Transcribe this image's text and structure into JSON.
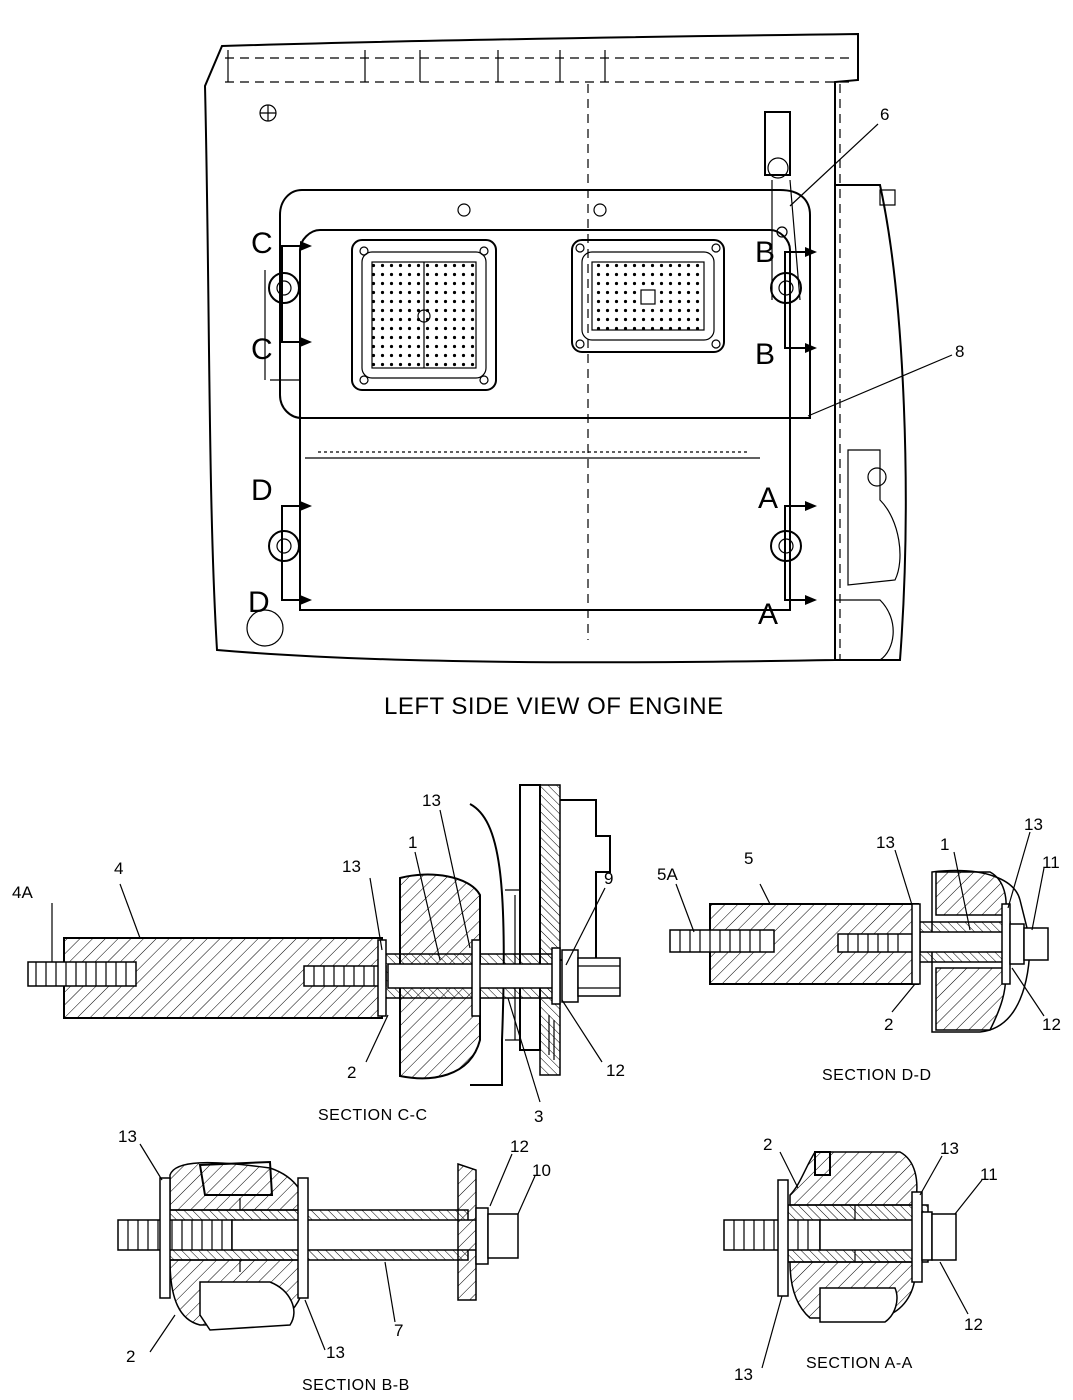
{
  "view_title": "LEFT SIDE VIEW OF ENGINE",
  "section_markers": {
    "a": "A",
    "b": "B",
    "c": "C",
    "d": "D"
  },
  "callouts": {
    "n1": "1",
    "n2": "2",
    "n3": "3",
    "n4": "4",
    "n4a": "4A",
    "n5": "5",
    "n5a": "5A",
    "n6": "6",
    "n7": "7",
    "n8": "8",
    "n9": "9",
    "n10": "10",
    "n11": "11",
    "n12": "12",
    "n13": "13"
  },
  "section_titles": {
    "cc": "SECTION C-C",
    "dd": "SECTION D-D",
    "bb": "SECTION B-B",
    "aa": "SECTION A-A"
  }
}
